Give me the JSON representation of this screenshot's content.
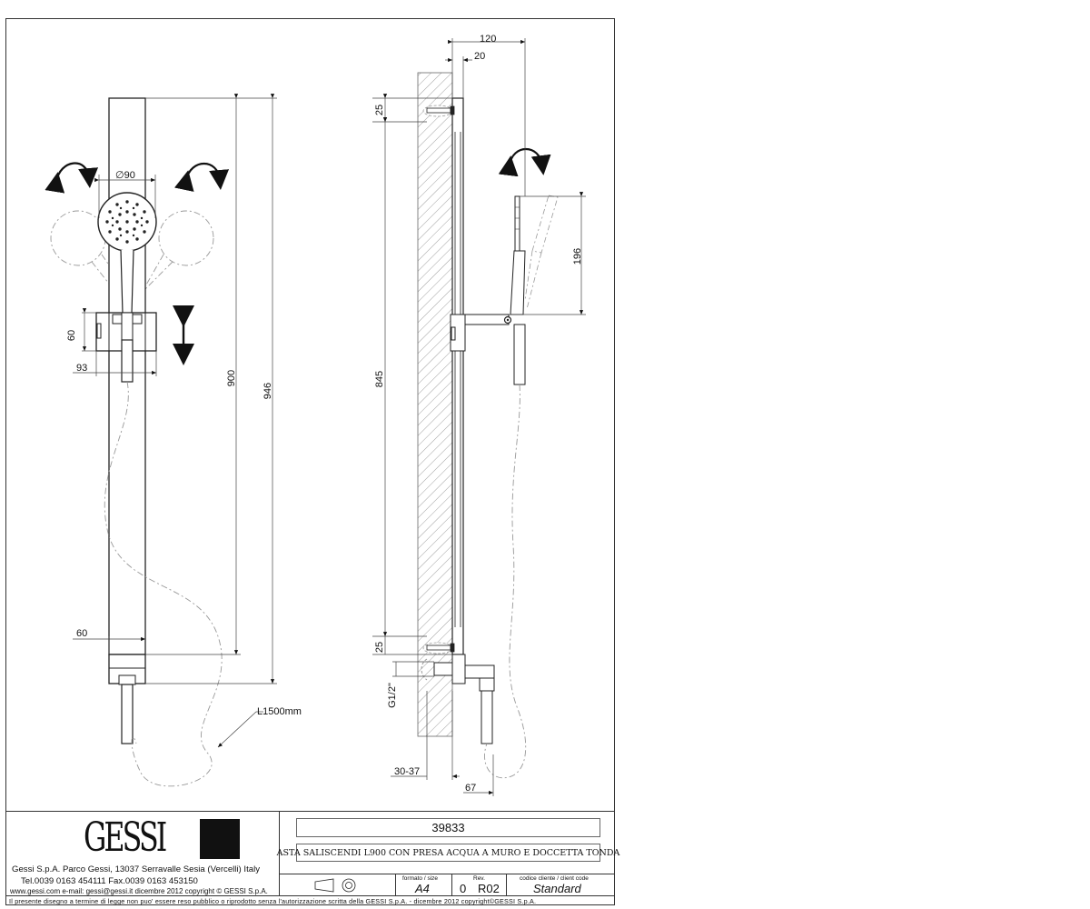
{
  "dimensions": {
    "diameter": "∅90",
    "d60_side": "60",
    "d93": "93",
    "d900": "900",
    "d946": "946",
    "d60_bottom": "60",
    "hose_length": "L1500mm",
    "d120": "120",
    "d20": "20",
    "d25_top": "25",
    "d845": "845",
    "d196": "196",
    "d25_bottom": "25",
    "thread": "G1/2\"",
    "wall": "30-37",
    "d67": "67"
  },
  "title_block": {
    "logo": "GESSI",
    "company_line1": "Gessi S.p.A. Parco Gessi, 13037 Serravalle Sesia (Vercelli) Italy",
    "company_line2": "Tel.0039  0163  454111  Fax.0039  0163  453150",
    "company_line3": "www.gessi.com  e-mail: gessi@gessi.it   dicembre  2012   copyright © GESSI  S.p.A.",
    "code": "39833",
    "description": "ASTA SALISCENDI L900 CON PRESA ACQUA A MURO E DOCCETTA TONDA",
    "format_label": "formato / size",
    "format_value": "A4",
    "rev_label": "Rev.",
    "rev_number": "0",
    "rev_code": "R02",
    "client_label": "codice cliente / client code",
    "client_value": "Standard",
    "legal": "Il  presente  disegno  a  termine  di  legge  non  puo'  essere  reso  pubblico  o  riprodotto  senza  l'autorizzazione  scritta  della  GESSI  S.p.A.  -  dicembre  2012   copyright©GESSI  S.p.A."
  },
  "icons": [
    "rotation-arrow-icon",
    "up-down-arrow-icon",
    "projection-symbol-icon"
  ]
}
